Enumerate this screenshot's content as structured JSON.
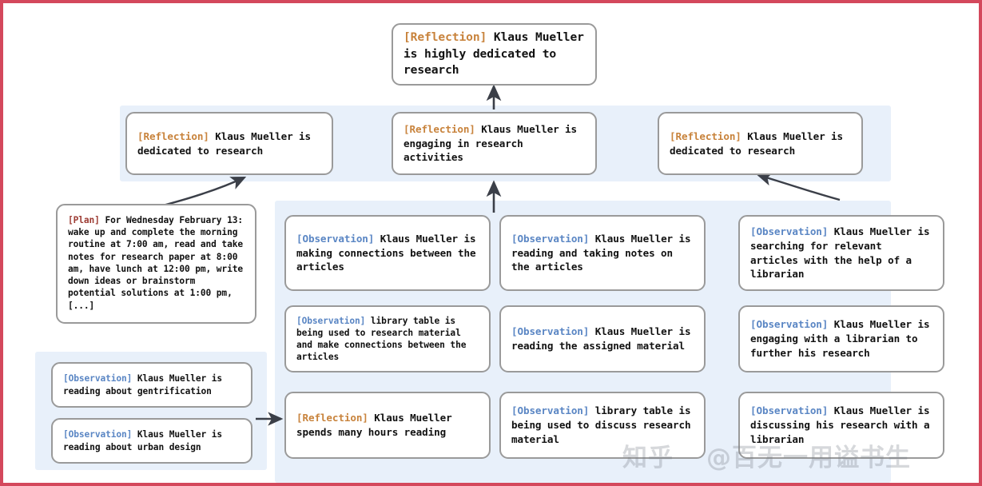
{
  "page": {
    "border_color": "#d4485c",
    "band_color": "#e8f0fa",
    "box_border_color": "#9a9a9a"
  },
  "tags": {
    "reflection": "[Reflection]",
    "observation": "[Observation]",
    "plan": "[Plan]",
    "reflection_color": "#c8833c",
    "observation_color": "#5a86c4",
    "plan_color": "#9c3a32"
  },
  "nodes": {
    "top_reflection": {
      "tag": "[Reflection]",
      "text": " Klaus Mueller is highly dedicated to research"
    },
    "mid_reflection_left": {
      "tag": "[Reflection]",
      "text": " Klaus Mueller is dedicated to research"
    },
    "mid_reflection_center": {
      "tag": "[Reflection]",
      "text": " Klaus Mueller is engaging in research activities"
    },
    "mid_reflection_right": {
      "tag": "[Reflection]",
      "text": " Klaus Mueller is dedicated to research"
    },
    "plan_box": {
      "tag": "[Plan]",
      "text": " For Wednesday February 13: wake up and complete the morning routine at 7:00 am, read and take notes for research paper at 8:00 am, have lunch at 12:00 pm, write down ideas or brainstorm potential solutions at 1:00 pm, [...]"
    },
    "bottom_left_obs_1": {
      "tag": "[Observation]",
      "text": " Klaus Mueller is reading about gentrification"
    },
    "bottom_left_obs_2": {
      "tag": "[Observation]",
      "text": " Klaus Mueller is reading about urban design"
    },
    "col1_obs_1": {
      "tag": "[Observation]",
      "text": " Klaus Mueller is making connections between the articles"
    },
    "col1_obs_2": {
      "tag": "[Observation]",
      "text": " library table is being used to research material and make connections between the articles"
    },
    "col1_reflection": {
      "tag": "[Reflection]",
      "text": " Klaus Mueller spends many hours reading"
    },
    "col2_obs_1": {
      "tag": "[Observation]",
      "text": " Klaus Mueller is reading and taking notes on the articles"
    },
    "col2_obs_2": {
      "tag": "[Observation]",
      "text": " Klaus Mueller is reading the assigned material"
    },
    "col2_obs_3": {
      "tag": "[Observation]",
      "text": " library table is being used to discuss research material"
    },
    "col3_obs_1": {
      "tag": "[Observation]",
      "text": " Klaus Mueller is searching for relevant articles with the help of a librarian"
    },
    "col3_obs_2": {
      "tag": "[Observation]",
      "text": " Klaus Mueller is engaging with a librarian to further his research"
    },
    "col3_obs_3": {
      "tag": "[Observation]",
      "text": " Klaus Mueller is discussing his research with a librarian"
    }
  },
  "watermark": {
    "logo": "知乎",
    "handle": "@百无一用谥书生"
  }
}
